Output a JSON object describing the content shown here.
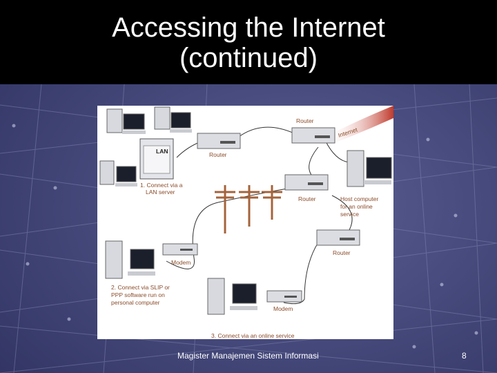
{
  "slide": {
    "title_line1": "Accessing the Internet",
    "title_line2": "(continued)",
    "footer": "Magister Manajemen Sistem Informasi",
    "page_number": "8"
  },
  "diagram": {
    "internet_label": "Internet",
    "lan_label": "LAN",
    "router_label": "Router",
    "modem_label": "Modem",
    "captions": {
      "lan_server": [
        "1. Connect via a",
        "LAN server"
      ],
      "host_computer": [
        "Host computer",
        "for an online",
        "service"
      ],
      "slip_ppp": [
        "2. Connect via SLIP or",
        "PPP software run on",
        "personal computer"
      ],
      "online_service": "3. Connect via an online service"
    }
  },
  "colors": {
    "title_bar": "#000000",
    "background": "#464a7c",
    "internet_arc": "#c0392b",
    "caption_text": "#8a4b2a"
  }
}
